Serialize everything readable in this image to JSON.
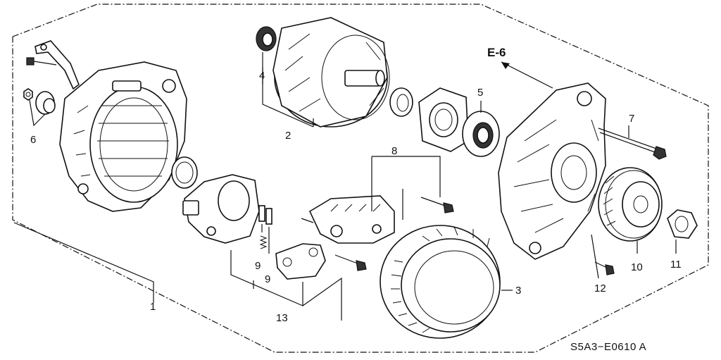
{
  "diagram": {
    "reference": "E-6",
    "code": "S5A3−E0610 A",
    "callouts": [
      "1",
      "2",
      "3",
      "4",
      "5",
      "6",
      "7",
      "8",
      "9",
      "9",
      "10",
      "11",
      "12",
      "13"
    ]
  }
}
